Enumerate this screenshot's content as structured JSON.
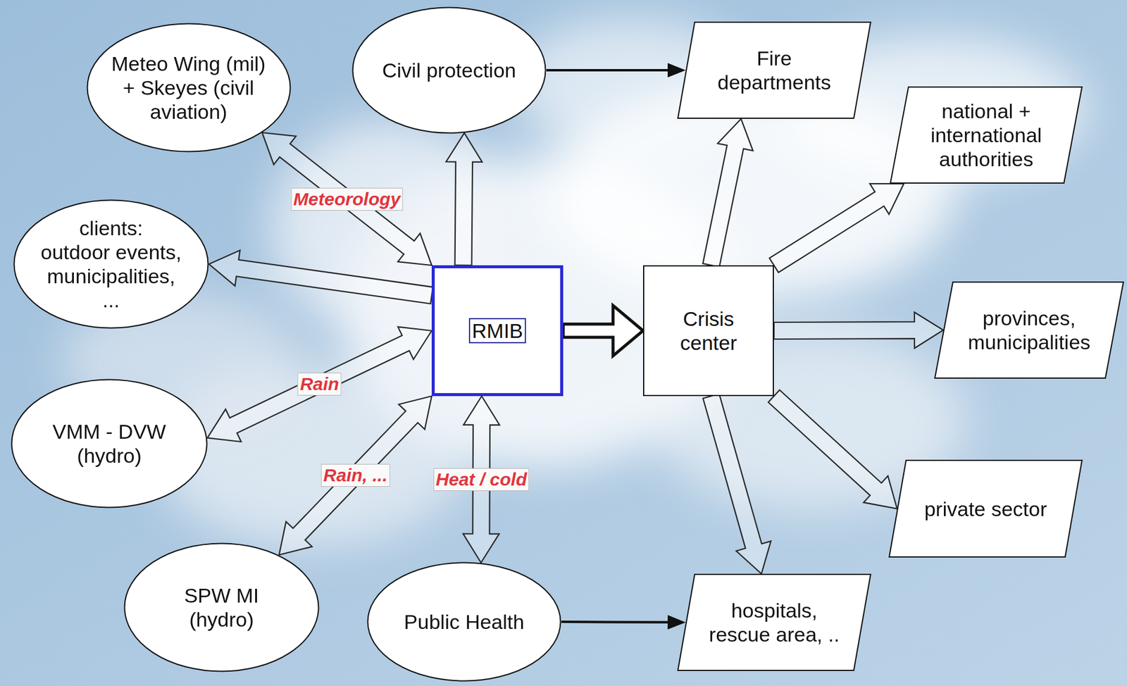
{
  "diagram": {
    "nodes": [
      {
        "text": [
          "Meteo Wing (mil) + Skeyes (civil aviation)"
        ]
      },
      {
        "text": [
          "Civil protection"
        ]
      },
      {
        "text": [
          "Fire departments"
        ]
      },
      {
        "text": [
          "national + international authorities"
        ]
      },
      {
        "text": [
          "clients:",
          "outdoor events, municipalities, ..."
        ]
      },
      {
        "text": [
          "RMIB"
        ]
      },
      {
        "text": [
          "Crisis center"
        ]
      },
      {
        "text": [
          "provinces, municipalities"
        ]
      },
      {
        "text": [
          "VMM - DVW (hydro)"
        ]
      },
      {
        "text": [
          "private sector"
        ]
      },
      {
        "text": [
          "SPW MI (hydro)"
        ]
      },
      {
        "text": [
          "Public Health"
        ]
      },
      {
        "text": [
          "hospitals, rescue area, .."
        ]
      }
    ],
    "edges": [
      {
        "from": 5,
        "to": 0,
        "arrow": "both",
        "label": "Meteorology"
      },
      {
        "from": 5,
        "to": 1,
        "arrow": "to"
      },
      {
        "from": 5,
        "to": 4,
        "arrow": "to"
      },
      {
        "from": 5,
        "to": 8,
        "arrow": "both",
        "label": "Rain"
      },
      {
        "from": 5,
        "to": 10,
        "arrow": "both",
        "label": "Rain, ..."
      },
      {
        "from": 5,
        "to": 11,
        "arrow": "both",
        "label": "Heat / cold"
      },
      {
        "from": 5,
        "to": 6,
        "arrow": "to"
      },
      {
        "from": 1,
        "to": 2,
        "arrow": "to"
      },
      {
        "from": 11,
        "to": 12,
        "arrow": "to"
      },
      {
        "from": 6,
        "to": 2,
        "arrow": "to"
      },
      {
        "from": 6,
        "to": 3,
        "arrow": "to"
      },
      {
        "from": 6,
        "to": 7,
        "arrow": "to"
      },
      {
        "from": 6,
        "to": 9,
        "arrow": "to"
      },
      {
        "from": 6,
        "to": 12,
        "arrow": "to"
      }
    ]
  }
}
